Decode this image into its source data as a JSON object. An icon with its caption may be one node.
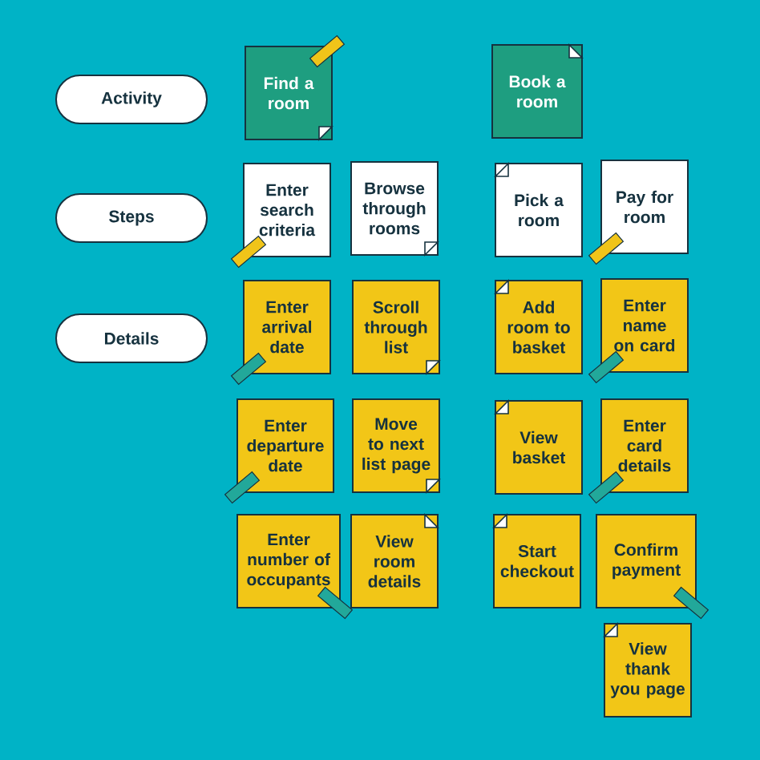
{
  "diagram": {
    "nodes": [
      {
        "text": [
          "Activity"
        ]
      },
      {
        "text": [
          "Find a room"
        ]
      },
      {
        "text": [
          "Book a room"
        ]
      },
      {
        "text": [
          "Steps"
        ]
      },
      {
        "text": [
          "Enter search criteria"
        ]
      },
      {
        "text": [
          "Browse through rooms"
        ]
      },
      {
        "text": [
          "Pick a room"
        ]
      },
      {
        "text": [
          "Pay for room"
        ]
      },
      {
        "text": [
          "Details"
        ]
      },
      {
        "text": [
          "Enter arrival date"
        ]
      },
      {
        "text": [
          "Scroll through list"
        ]
      },
      {
        "text": [
          "Add room to basket"
        ]
      },
      {
        "text": [
          "Enter name on card"
        ]
      },
      {
        "text": [
          "Enter departure date"
        ]
      },
      {
        "text": [
          "Move to next list page"
        ]
      },
      {
        "text": [
          "View basket"
        ]
      },
      {
        "text": [
          "Enter card details"
        ]
      },
      {
        "text": [
          "Enter number of occupants"
        ]
      },
      {
        "text": [
          "View room details"
        ]
      },
      {
        "text": [
          "Start checkout"
        ]
      },
      {
        "text": [
          "Confirm payment"
        ]
      },
      {
        "text": [
          "View thank you page"
        ]
      }
    ]
  }
}
